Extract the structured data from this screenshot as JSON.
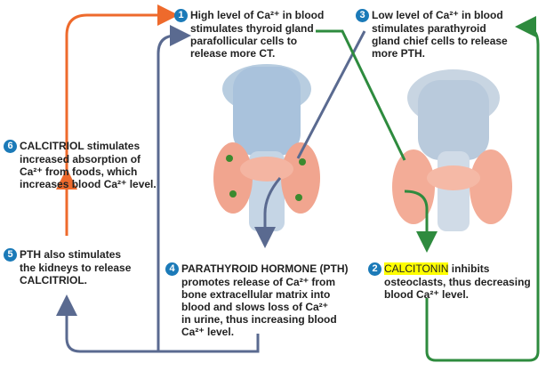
{
  "steps": [
    {
      "num": "1",
      "lines": [
        "High level of Ca²⁺ in blood",
        "stimulates thyroid gland",
        "parafollicular cells to",
        "release more CT."
      ]
    },
    {
      "num": "2",
      "highlight": "CALCITONIN",
      "lines": [
        " inhibits",
        "osteoclasts, thus decreasing",
        "blood Ca²⁺ level."
      ]
    },
    {
      "num": "3",
      "lines": [
        "Low level of Ca²⁺ in blood",
        "stimulates parathyroid",
        "gland chief cells to release",
        "more PTH."
      ]
    },
    {
      "num": "4",
      "lines": [
        "PARATHYROID HORMONE (PTH)",
        "promotes release of Ca²⁺ from",
        "bone extracellular matrix into",
        "blood and slows loss of Ca²⁺",
        "in urine, thus increasing blood",
        "Ca²⁺ level."
      ]
    },
    {
      "num": "5",
      "lines": [
        "PTH also stimulates",
        "the kidneys to release",
        "CALCITRIOL."
      ]
    },
    {
      "num": "6",
      "lines": [
        "CALCITRIOL stimulates",
        "increased absorption of",
        "Ca²⁺ from foods, which",
        "increases blood Ca²⁺ level."
      ]
    }
  ],
  "colors": {
    "orange": "#ee6a2c",
    "slate": "#5a6a90",
    "green": "#2e8b3e",
    "badge": "#1b7ab8",
    "highlight": "#ffff00"
  }
}
